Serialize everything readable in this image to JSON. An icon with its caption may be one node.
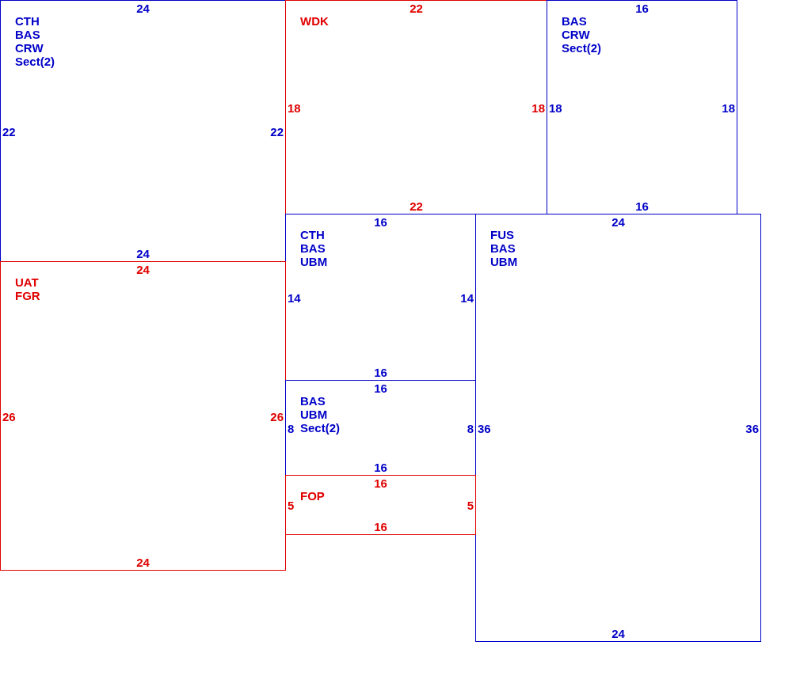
{
  "diagram": {
    "nodes": [
      {
        "text": [
          "24",
          "CTH",
          "BAS",
          "CRW",
          "Sect(2)",
          "22",
          "22",
          "24"
        ]
      },
      {
        "text": [
          "22",
          "WDK",
          "18",
          "18",
          "22"
        ]
      },
      {
        "text": [
          "16",
          "BAS",
          "CRW",
          "Sect(2)",
          "18",
          "18",
          "16"
        ]
      },
      {
        "text": [
          "16",
          "CTH",
          "BAS",
          "UBM",
          "14",
          "14",
          "16"
        ]
      },
      {
        "text": [
          "24",
          "FUS",
          "BAS",
          "UBM",
          "36",
          "36",
          "24"
        ]
      },
      {
        "text": [
          "24",
          "UAT",
          "FGR",
          "26",
          "26",
          "24"
        ]
      },
      {
        "text": [
          "16",
          "BAS",
          "UBM",
          "Sect(2)",
          "8",
          "8",
          "16"
        ]
      },
      {
        "text": [
          "16",
          "FOP",
          "5",
          "5",
          "16"
        ]
      }
    ]
  }
}
